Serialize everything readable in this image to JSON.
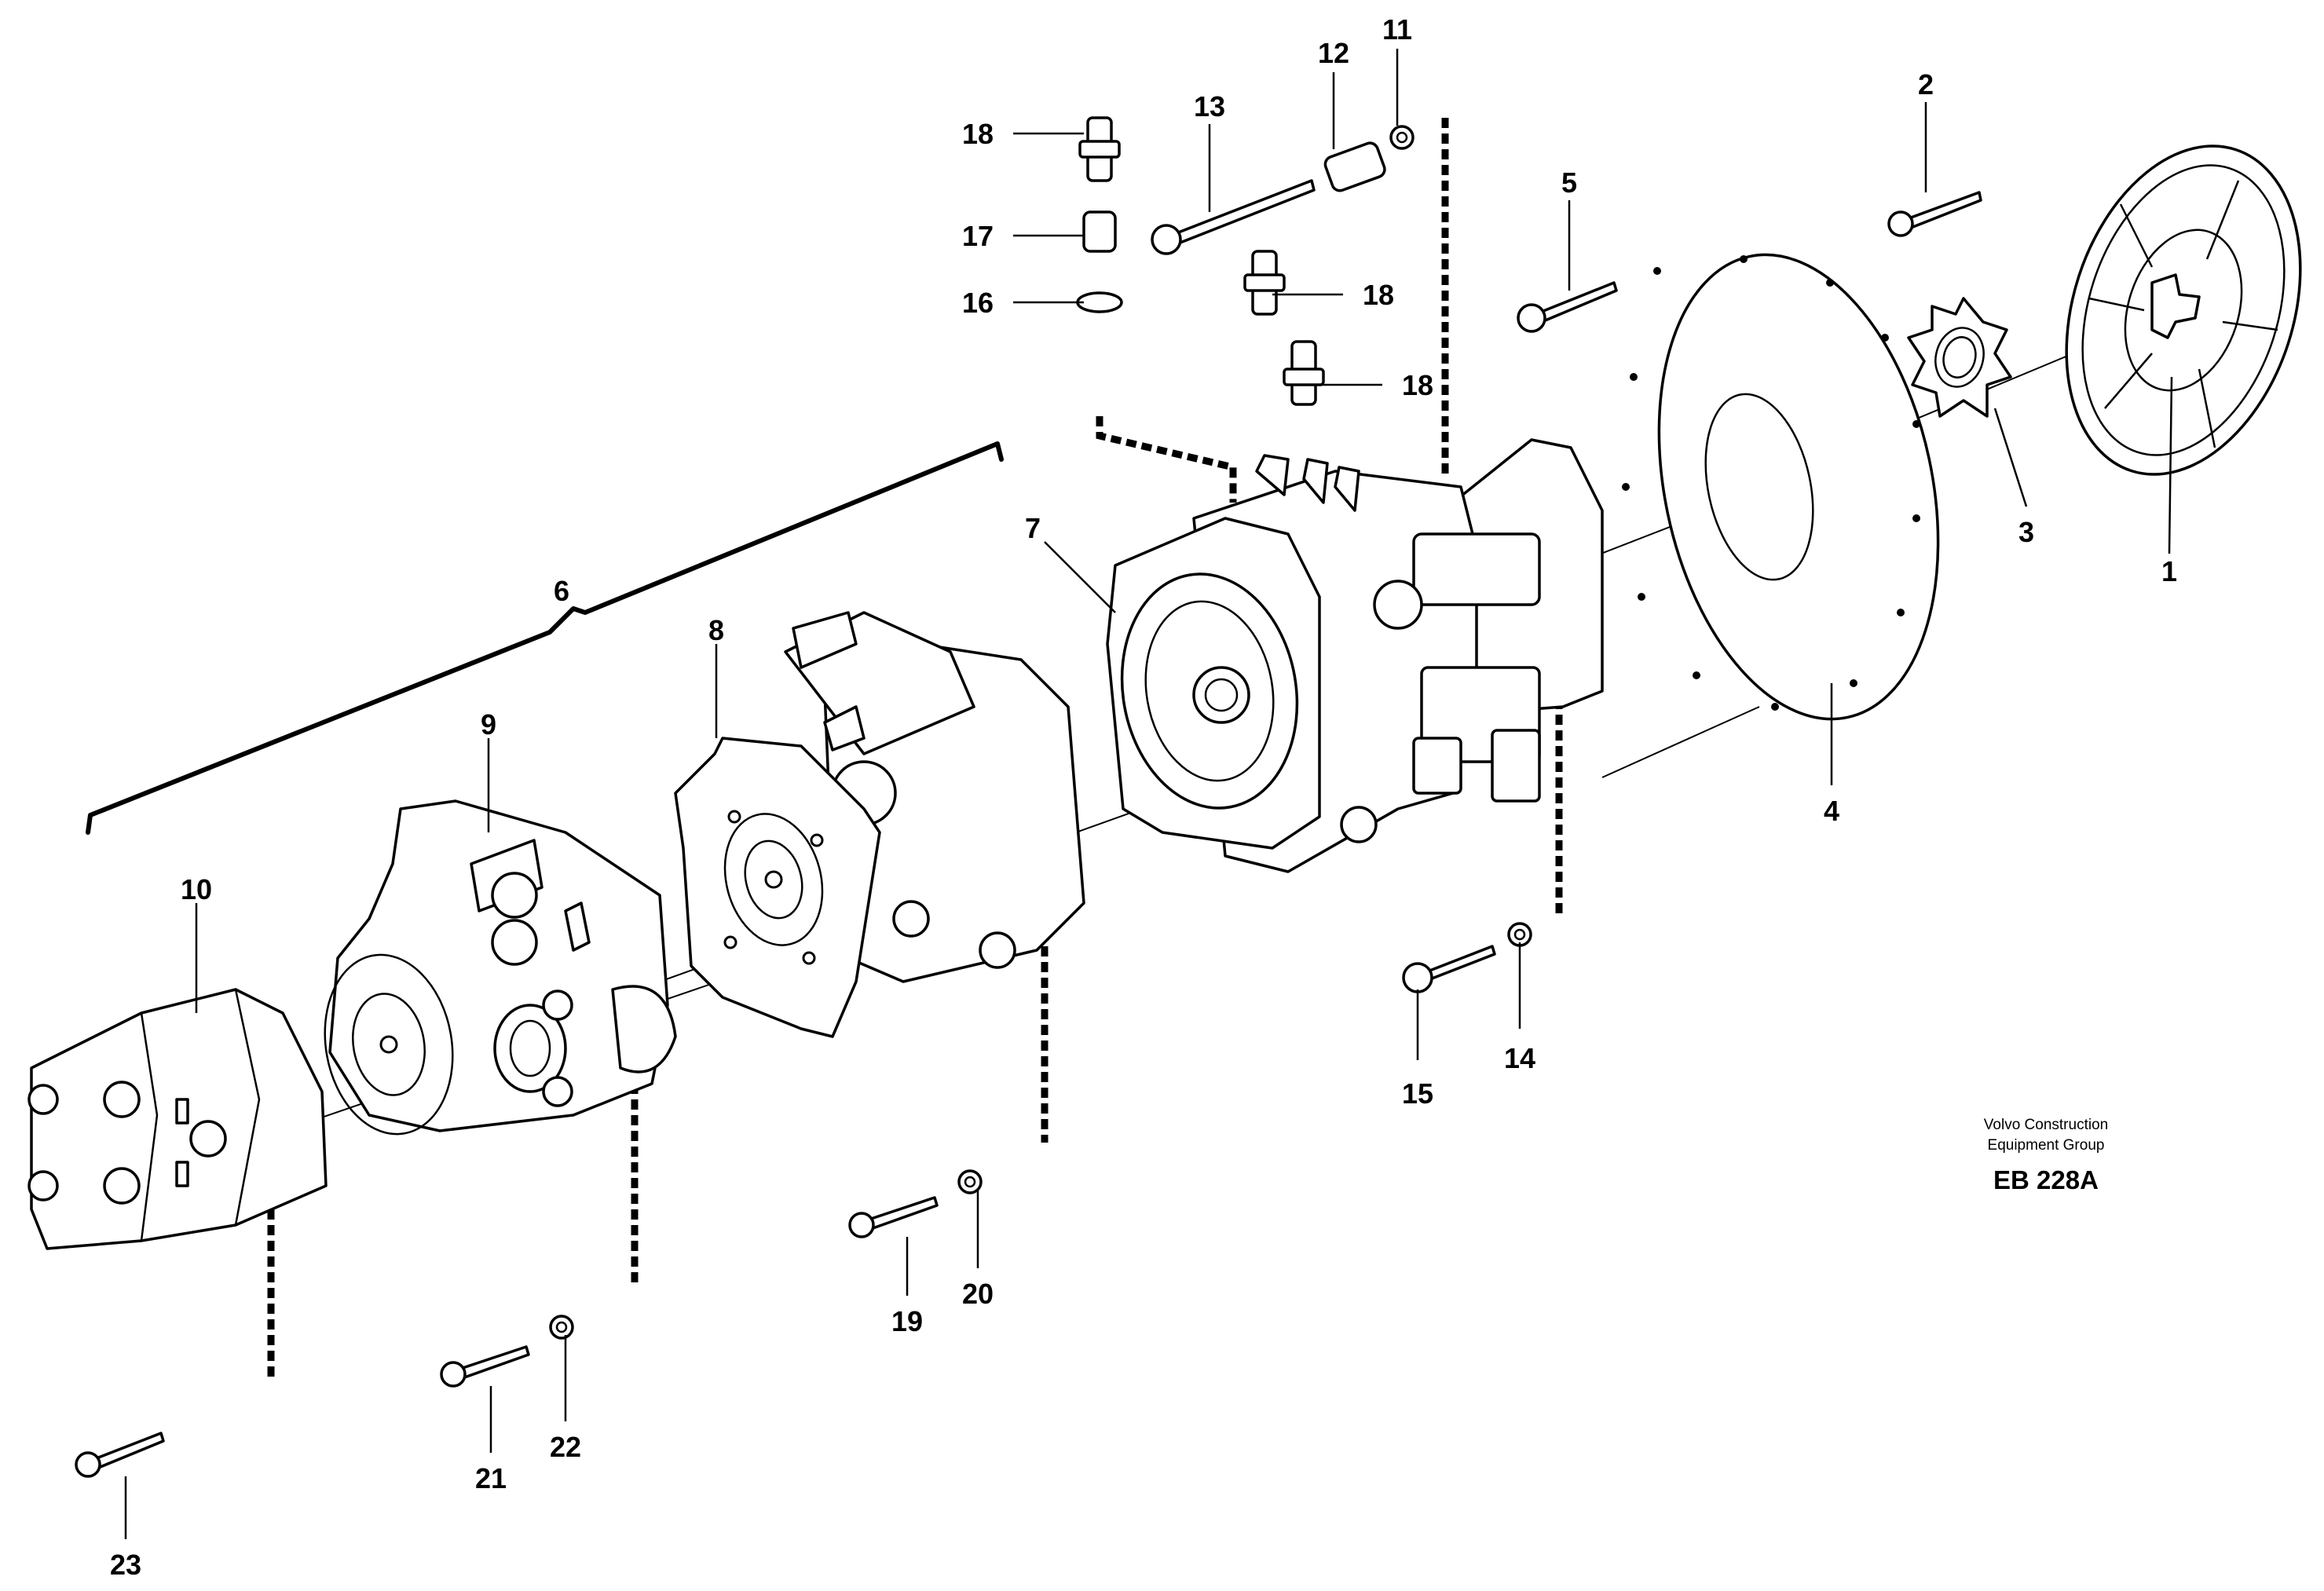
{
  "callouts": {
    "c1": "1",
    "c2": "2",
    "c3": "3",
    "c4": "4",
    "c5": "5",
    "c6": "6",
    "c7": "7",
    "c8": "8",
    "c9": "9",
    "c10": "10",
    "c11": "11",
    "c12": "12",
    "c13": "13",
    "c14": "14",
    "c15": "15",
    "c16": "16",
    "c17": "17",
    "c18a": "18",
    "c18b": "18",
    "c18c": "18",
    "c19": "19",
    "c20": "20",
    "c21": "21",
    "c22": "22",
    "c23": "23"
  },
  "footer": {
    "company_line1": "Volvo Construction",
    "company_line2": "Equipment Group",
    "drawing_code": "EB 228A"
  }
}
